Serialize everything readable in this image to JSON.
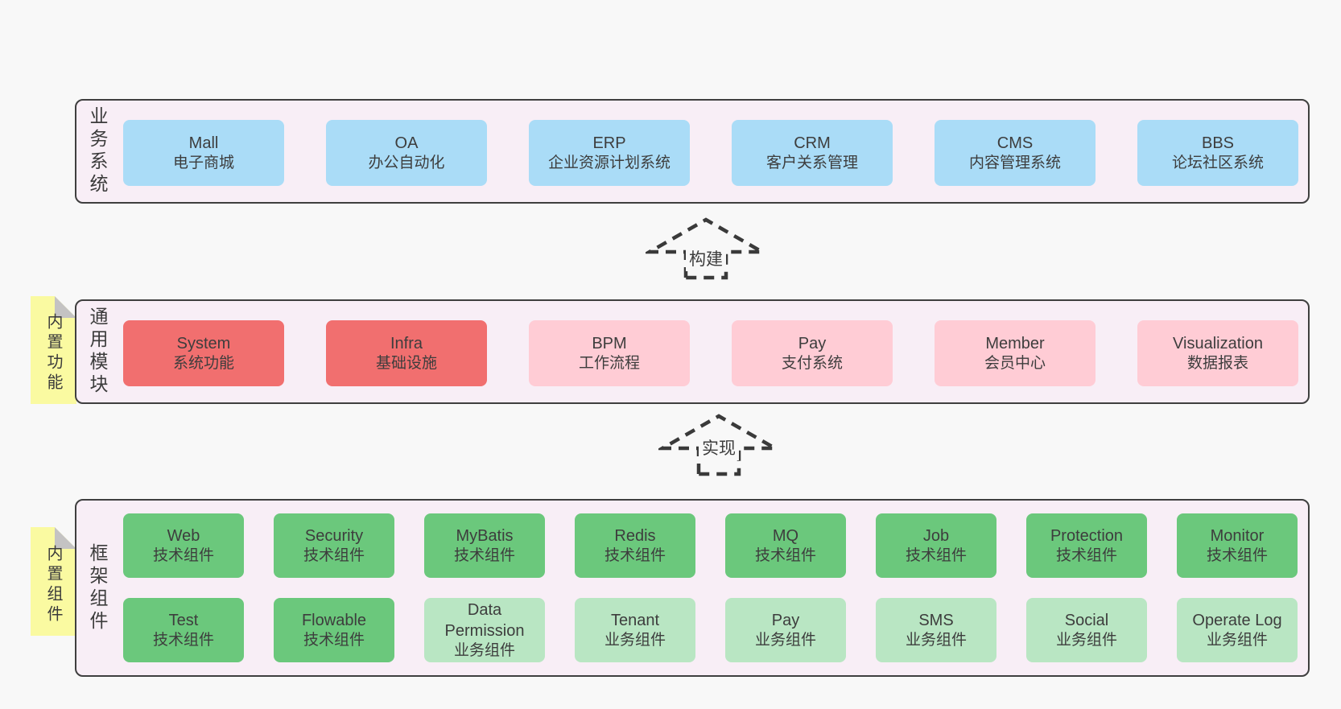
{
  "diagram": {
    "sections": {
      "business": {
        "label": "业务系统",
        "boxes": [
          {
            "title": "Mall",
            "subtitle": "电子商城"
          },
          {
            "title": "OA",
            "subtitle": "办公自动化"
          },
          {
            "title": "ERP",
            "subtitle": "企业资源计划系统"
          },
          {
            "title": "CRM",
            "subtitle": "客户关系管理"
          },
          {
            "title": "CMS",
            "subtitle": "内容管理系统"
          },
          {
            "title": "BBS",
            "subtitle": "论坛社区系统"
          }
        ]
      },
      "modules": {
        "label": "通用模块",
        "note": "内置功能",
        "boxes": [
          {
            "title": "System",
            "subtitle": "系统功能",
            "variant": "red"
          },
          {
            "title": "Infra",
            "subtitle": "基础设施",
            "variant": "red"
          },
          {
            "title": "BPM",
            "subtitle": "工作流程",
            "variant": "pink"
          },
          {
            "title": "Pay",
            "subtitle": "支付系统",
            "variant": "pink"
          },
          {
            "title": "Member",
            "subtitle": "会员中心",
            "variant": "pink"
          },
          {
            "title": "Visualization",
            "subtitle": "数据报表",
            "variant": "pink"
          }
        ]
      },
      "components": {
        "label": "框架组件",
        "note": "内置组件",
        "boxes": [
          {
            "title": "Web",
            "subtitle": "技术组件",
            "variant": "green"
          },
          {
            "title": "Security",
            "subtitle": "技术组件",
            "variant": "green"
          },
          {
            "title": "MyBatis",
            "subtitle": "技术组件",
            "variant": "green"
          },
          {
            "title": "Redis",
            "subtitle": "技术组件",
            "variant": "green"
          },
          {
            "title": "MQ",
            "subtitle": "技术组件",
            "variant": "green"
          },
          {
            "title": "Job",
            "subtitle": "技术组件",
            "variant": "green"
          },
          {
            "title": "Protection",
            "subtitle": "技术组件",
            "variant": "green"
          },
          {
            "title": "Monitor",
            "subtitle": "技术组件",
            "variant": "green"
          },
          {
            "title": "Test",
            "subtitle": "技术组件",
            "variant": "green"
          },
          {
            "title": "Flowable",
            "subtitle": "技术组件",
            "variant": "green"
          },
          {
            "title": "Data Permission",
            "subtitle": "业务组件",
            "variant": "light-green"
          },
          {
            "title": "Tenant",
            "subtitle": "业务组件",
            "variant": "light-green"
          },
          {
            "title": "Pay",
            "subtitle": "业务组件",
            "variant": "light-green"
          },
          {
            "title": "SMS",
            "subtitle": "业务组件",
            "variant": "light-green"
          },
          {
            "title": "Social",
            "subtitle": "业务组件",
            "variant": "light-green"
          },
          {
            "title": "Operate Log",
            "subtitle": "业务组件",
            "variant": "light-green"
          }
        ]
      }
    },
    "arrows": [
      {
        "label": "构建"
      },
      {
        "label": "实现"
      }
    ],
    "colors": {
      "page_bg": "#f8f8f8",
      "panel_bg": "#f8eef6",
      "panel_border": "#3f3f3f",
      "blue_box": "#aadcf7",
      "red_box": "#f16f6f",
      "pink_box": "#ffccd5",
      "green_box": "#6bc87c",
      "light_green_box": "#b9e6c3",
      "note_bg": "#fafaa1",
      "note_fold": "#c4c3c3",
      "arrow_stroke": "#3a3a3a",
      "text": "#3d3d3d"
    }
  }
}
